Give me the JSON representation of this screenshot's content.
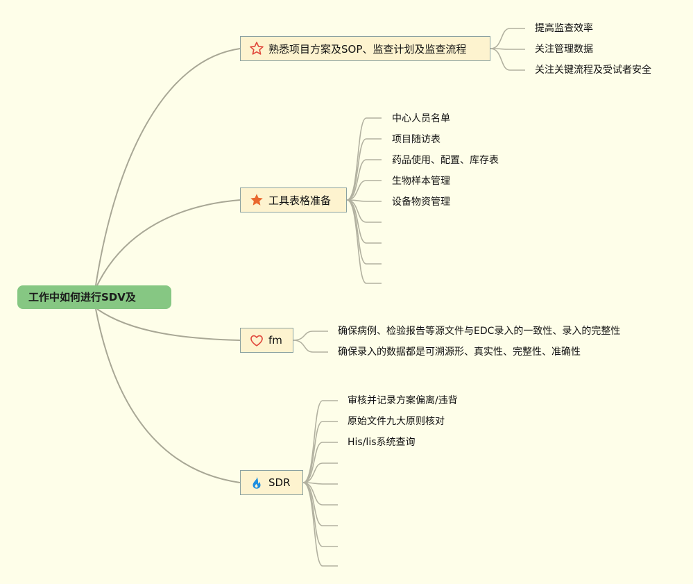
{
  "root": {
    "label": "工作中如何进行SDV及"
  },
  "branches": [
    {
      "label": "熟悉项目方案及SOP、监查计划及监查流程",
      "icon": "star-outline-icon",
      "leaves": [
        "提高监查效率",
        "关注管理数据",
        "关注关键流程及受试者安全"
      ]
    },
    {
      "label": "工具表格准备",
      "icon": "star-filled-icon",
      "leaves": [
        "中心人员名单",
        "项目随访表",
        "药品使用、配置、库存表",
        "生物样本管理",
        "设备物资管理",
        "",
        "",
        "",
        ""
      ]
    },
    {
      "label": "fm",
      "icon": "heart-outline-icon",
      "leaves": [
        "确保病例、检验报告等源文件与EDC录入的一致性、录入的完整性",
        "确保录入的数据都是可溯源形、真实性、完整性、准确性"
      ]
    },
    {
      "label": "SDR",
      "icon": "flame-icon",
      "leaves": [
        "审核并记录方案偏离/违背",
        "原始文件九大原则核对",
        "His/lis系统查询",
        "",
        "",
        "",
        "",
        "",
        ""
      ]
    }
  ],
  "colors": {
    "background": "#fefee9",
    "root": "#86c783",
    "topic_fill": "#fdf3cf",
    "topic_border": "#8aa1a0",
    "connector": "#a8a795",
    "star_outline": "#e0473b",
    "star_filled": "#e9672e",
    "heart": "#e0473b",
    "flame": "#1e8fe0"
  }
}
